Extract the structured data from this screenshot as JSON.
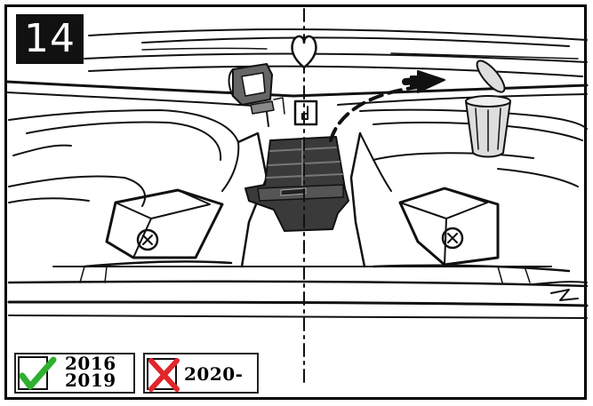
{
  "step": {
    "number": "14"
  },
  "compatibility": {
    "supported": {
      "start": "2016",
      "end": "2019",
      "accent": "#2fb02f"
    },
    "unsupported": {
      "range": "2020-",
      "accent": "#e0262b"
    }
  },
  "icons": [
    "heart-icon",
    "jigsaw-icon",
    "trash-can-icon",
    "arrow-icon",
    "check-icon",
    "cross-icon"
  ]
}
